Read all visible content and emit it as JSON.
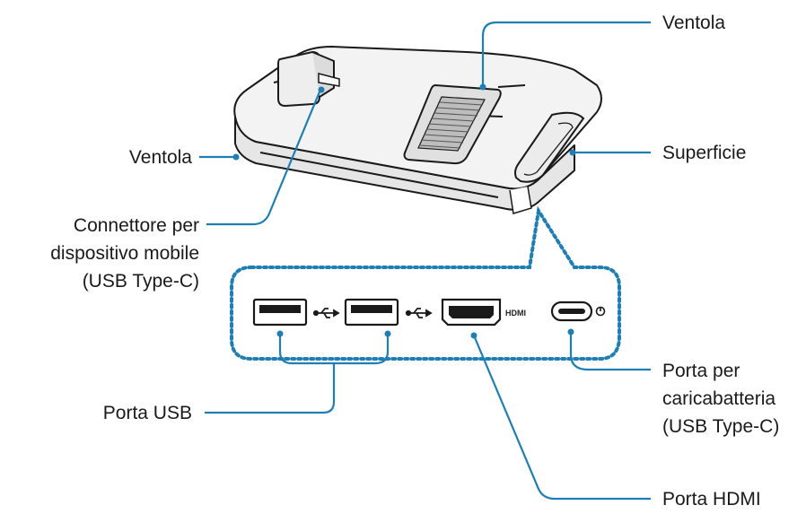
{
  "labels": {
    "fan_top": "Ventola",
    "fan_left": "Ventola",
    "surface": "Superficie",
    "mobile_connector": [
      "Connettore per",
      "dispositivo mobile",
      "(USB Type-C)"
    ],
    "usb_port": "Porta USB",
    "charger_port": [
      "Porta per",
      "caricabatteria",
      "(USB Type-C)"
    ],
    "hdmi_port": "Porta HDMI"
  },
  "port_tags": {
    "hdmi": "HDMI"
  },
  "colors": {
    "callout": "#1f7fb4",
    "outline": "#1a1a1a",
    "dock_fill": "#f2f2f2",
    "vent_fill": "#d9d9d9"
  }
}
